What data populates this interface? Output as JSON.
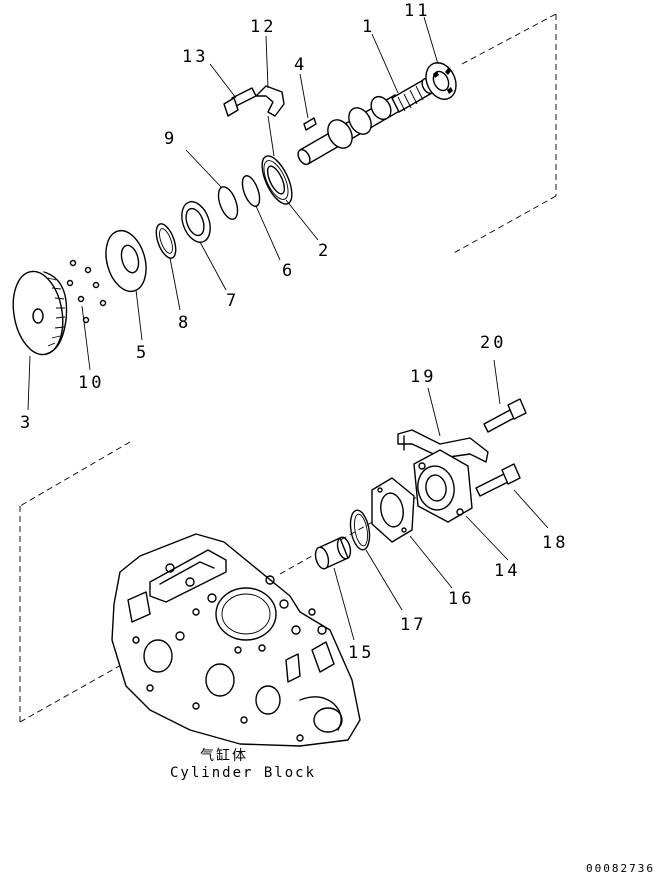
{
  "diagram": {
    "part_numbers": [
      "1",
      "2",
      "3",
      "4",
      "5",
      "6",
      "7",
      "8",
      "9",
      "10",
      "11",
      "12",
      "13",
      "14",
      "15",
      "16",
      "17",
      "18",
      "19",
      "20"
    ],
    "caption": {
      "chinese": "气缸体",
      "english": "Cylinder Block"
    },
    "drawing_number": "00082736"
  }
}
